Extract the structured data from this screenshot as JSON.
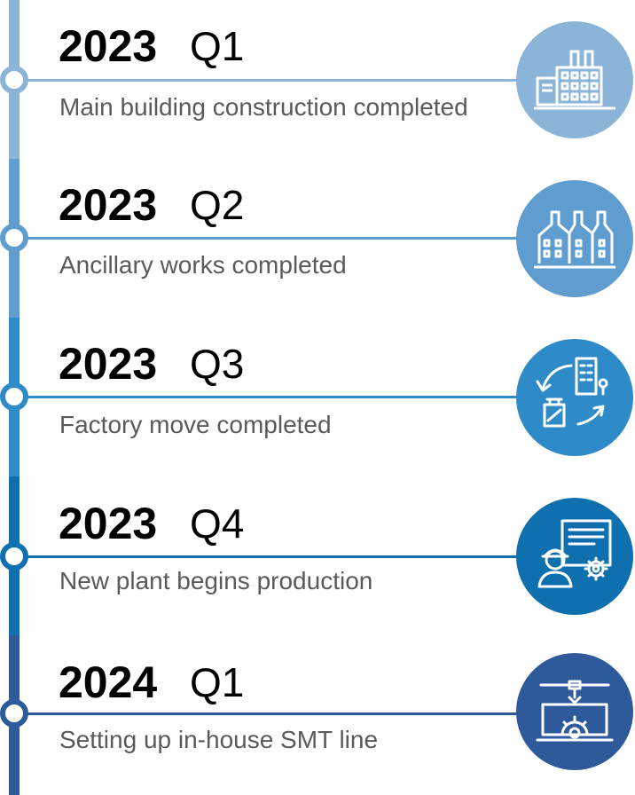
{
  "milestones": [
    {
      "year": "2023",
      "quarter": "Q1",
      "description": "Main building construction completed",
      "color": "#8ab4d8",
      "icon": "factory-building-icon"
    },
    {
      "year": "2023",
      "quarter": "Q2",
      "description": "Ancillary works completed",
      "color": "#5f9dd0",
      "icon": "industrial-plant-icon"
    },
    {
      "year": "2023",
      "quarter": "Q3",
      "description": "Factory move completed",
      "color": "#2f8ac8",
      "icon": "relocation-icon"
    },
    {
      "year": "2023",
      "quarter": "Q4",
      "description": "New plant begins production",
      "color": "#0f70b0",
      "icon": "engineer-production-icon"
    },
    {
      "year": "2024",
      "quarter": "Q1",
      "description": "Setting up in-house SMT line",
      "color": "#2e5a9c",
      "icon": "smt-machine-icon"
    }
  ]
}
